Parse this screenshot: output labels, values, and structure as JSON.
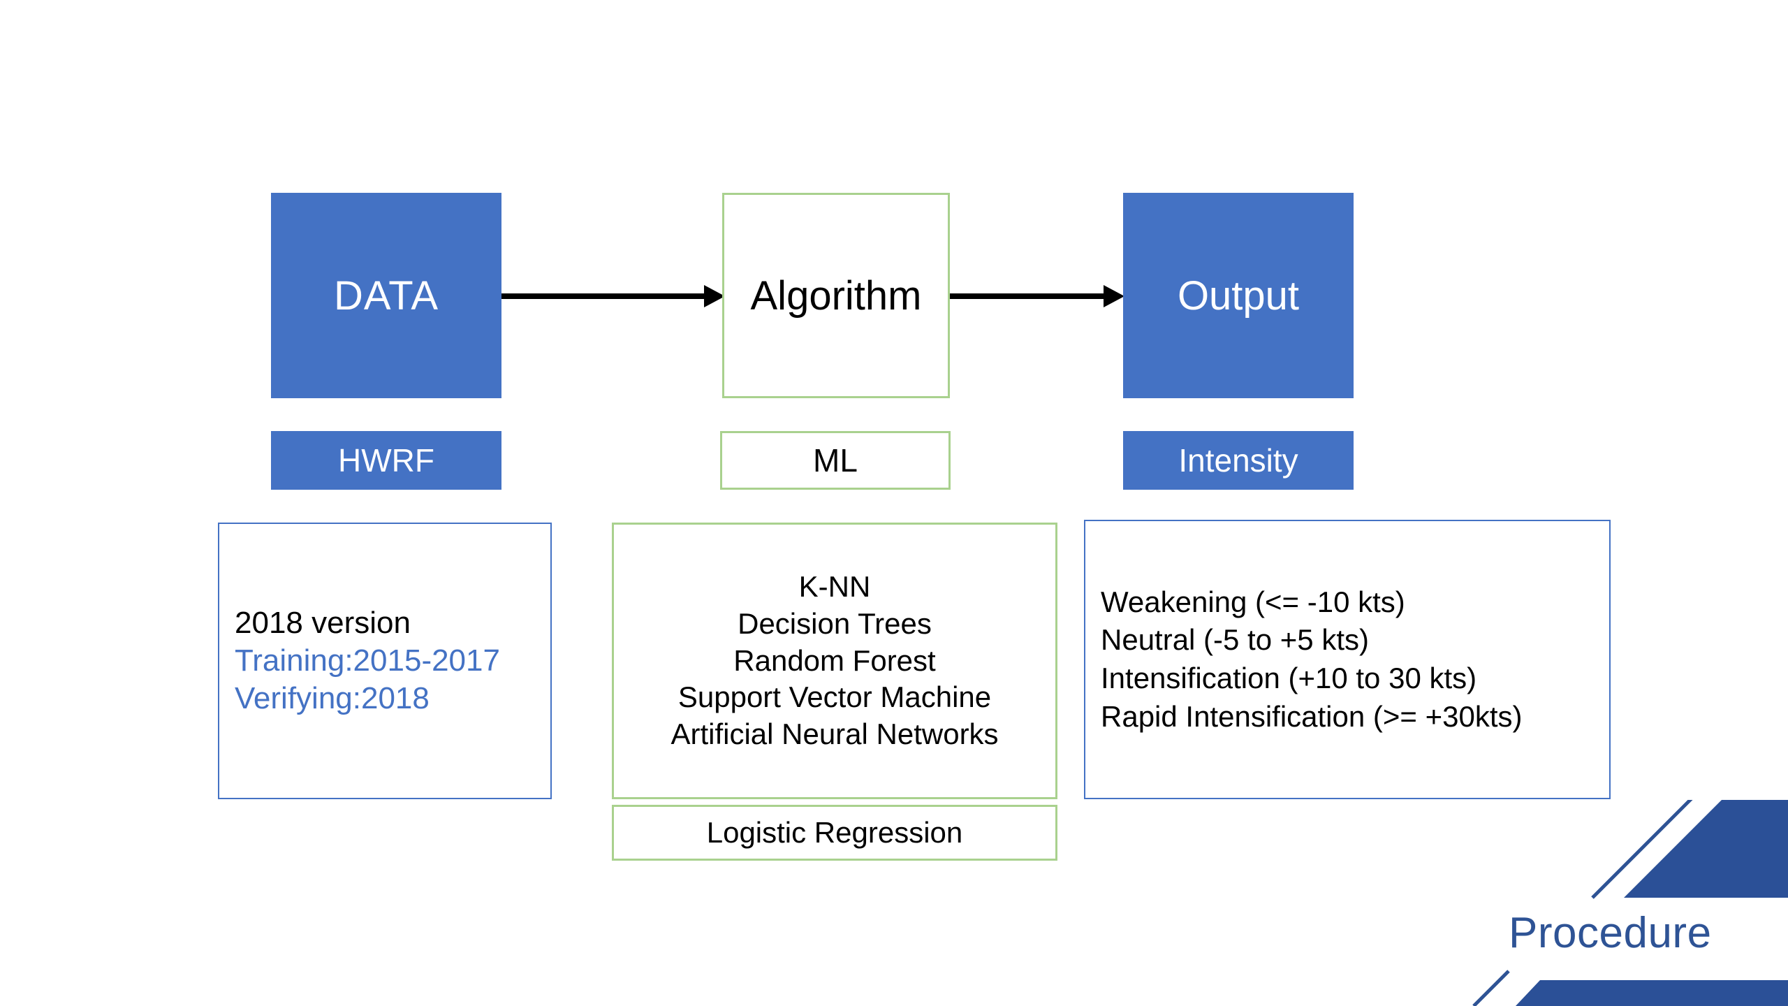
{
  "slide": {
    "title": "Procedure",
    "accent_blue": "#4472C4",
    "accent_green": "#A9D18E",
    "title_blue": "#2E5395",
    "dark_text": "#000000"
  },
  "flow": {
    "stages": [
      {
        "key": "data",
        "label": "DATA",
        "sublabel": "HWRF"
      },
      {
        "key": "algorithm",
        "label": "Algorithm",
        "sublabel": "ML"
      },
      {
        "key": "output",
        "label": "Output",
        "sublabel": "Intensity"
      }
    ],
    "arrows": [
      {
        "from": "DATA",
        "to": "Algorithm"
      },
      {
        "from": "Algorithm",
        "to": "Output"
      }
    ]
  },
  "details": {
    "data": {
      "lines": [
        {
          "text": "2018 version",
          "color": "dark"
        },
        {
          "text": "Training:2015-2017",
          "color": "accent"
        },
        {
          "text": "Verifying:2018",
          "color": "accent"
        }
      ]
    },
    "methods": {
      "lines": [
        "K-NN",
        "Decision Trees",
        "Random Forest",
        "Support Vector Machine",
        "Artificial Neural Networks"
      ],
      "extra_label": "Logistic Regression"
    },
    "output": {
      "lines": [
        "Weakening (<= -10 kts)",
        "Neutral (-5 to +5 kts)",
        "Intensification (+10 to 30 kts)",
        "Rapid Intensification (>= +30kts)"
      ]
    }
  }
}
